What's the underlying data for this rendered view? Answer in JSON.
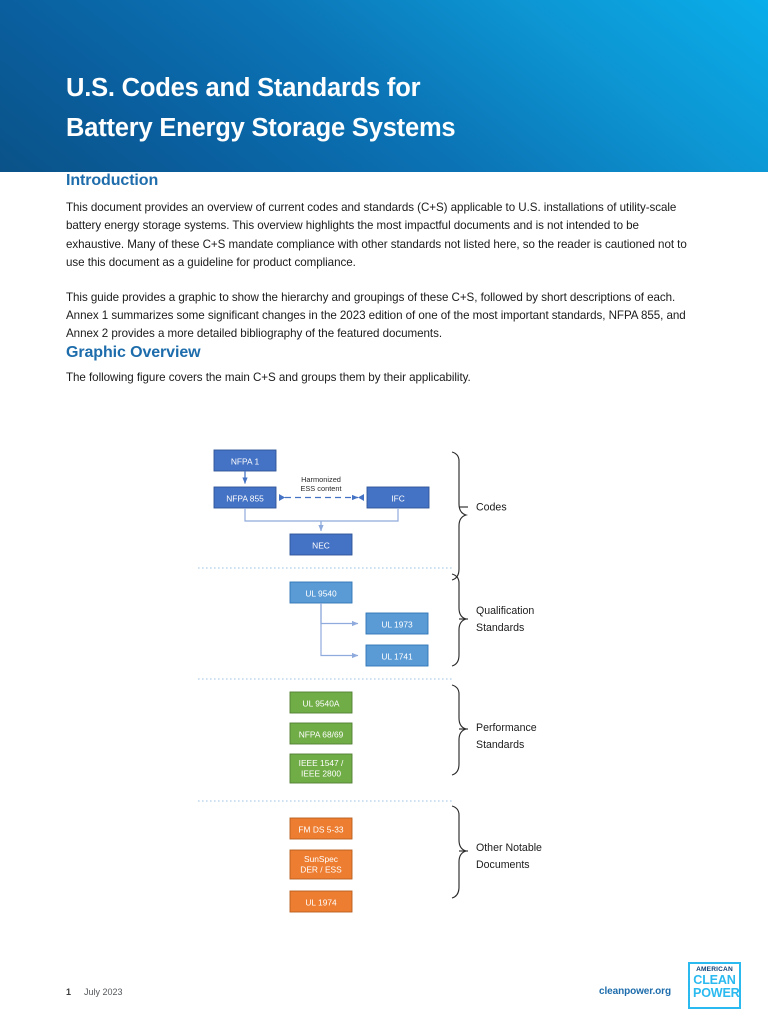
{
  "banner": {
    "title": "U.S. Codes and Standards for\nBattery Energy Storage Systems"
  },
  "introduction": {
    "heading": "Introduction",
    "paragraph1": "This document provides an overview of current codes and standards (C+S) applicable to U.S. installations of utility-scale battery energy storage systems. This overview highlights the most impactful documents and is not intended to be exhaustive. Many of these C+S mandate compliance with other standards not listed here, so the reader is cautioned not to use this document as a guideline for product compliance.",
    "paragraph2": "This guide provides a graphic to show the hierarchy and groupings of these C+S, followed by short descriptions of each. Annex 1 summarizes some significant changes in the 2023 edition of one of the most important standards, NFPA 855, and Annex 2 provides a more detailed bibliography of the featured documents."
  },
  "graphic_overview": {
    "heading": "Graphic Overview",
    "subtitle": "The following figure covers the main C+S and groups them by their applicability."
  },
  "diagram": {
    "colors": {
      "blue": "#4472C4",
      "green": "#70AD47",
      "orange": "#ED7D31",
      "connector": "#8FAADC",
      "brace": "#2b2b2b",
      "divider": "#9DC3E6"
    },
    "groups": [
      {
        "id": "codes",
        "label": "Codes",
        "nodes": [
          {
            "id": "nfpa1",
            "label": "NFPA 1",
            "color": "blue"
          },
          {
            "id": "nfpa855",
            "label": "NFPA 855",
            "color": "blue"
          },
          {
            "id": "ifc",
            "label": "IFC",
            "color": "blue"
          },
          {
            "id": "nec",
            "label": "NEC",
            "color": "blue"
          }
        ],
        "edge_label": "Harmonized\nESS content"
      },
      {
        "id": "qualification-standards",
        "label": "Qualification\nStandards",
        "nodes": [
          {
            "id": "ul9540",
            "label": "UL 9540",
            "color": "blue"
          },
          {
            "id": "ul1973",
            "label": "UL 1973",
            "color": "blue"
          },
          {
            "id": "ul1741",
            "label": "UL 1741",
            "color": "blue"
          }
        ]
      },
      {
        "id": "performance-standards",
        "label": "Performance\nStandards",
        "nodes": [
          {
            "id": "ul9540a",
            "label": "UL 9540A",
            "color": "green"
          },
          {
            "id": "nfpa6869",
            "label": "NFPA 68/69",
            "color": "green"
          },
          {
            "id": "ieee",
            "label": "IEEE 1547 /\nIEEE 2800",
            "color": "green"
          }
        ]
      },
      {
        "id": "other-notable-documents",
        "label": "Other Notable\nDocuments",
        "nodes": [
          {
            "id": "fmds533",
            "label": "FM DS 5-33",
            "color": "orange"
          },
          {
            "id": "sunspec",
            "label": "SunSpec\nDER / ESS",
            "color": "orange"
          },
          {
            "id": "ul1974",
            "label": "UL 1974",
            "color": "orange"
          }
        ]
      }
    ]
  },
  "footer": {
    "page_number": "1",
    "date": "July 2023",
    "url": "cleanpower.org",
    "logo": {
      "line1": "AMERICAN",
      "line2": "CLEAN",
      "line3": "POWER"
    }
  }
}
